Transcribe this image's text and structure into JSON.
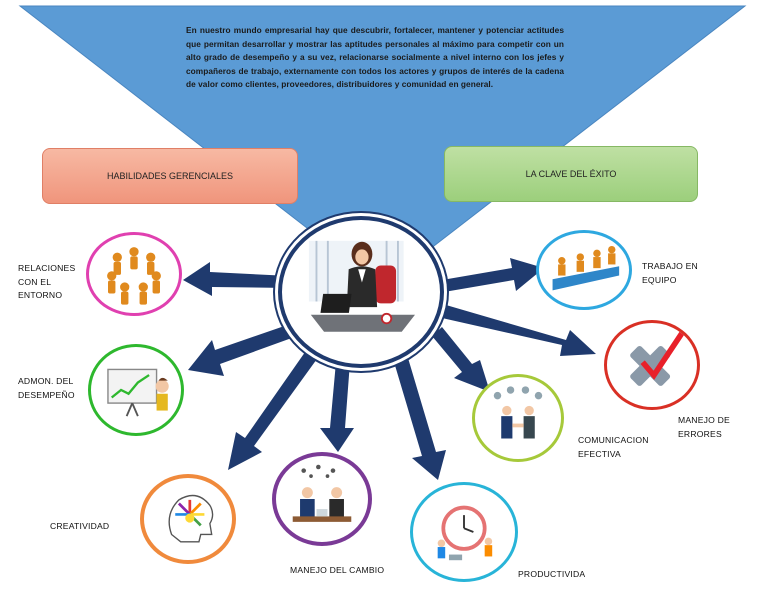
{
  "intro_text": "En nuestro mundo empresarial hay que descubrir, fortalecer, mantener y potenciar actitudes que permitan desarrollar y mostrar las aptitudes personales al máximo para competir con un alto grado de desempeño y a su vez, relacionarse socialmente a nivel interno con los jefes y compañeros de trabajo, externamente con todos los actores y grupos de interés de la cadena de valor como clientes, proveedores, distribuidores y comunidad en general.",
  "headers": {
    "left": "HABILIDADES GERENCIALES",
    "right": "LA CLAVE DEL ÉXITO"
  },
  "nodes": {
    "relaciones": [
      "RELACIONES",
      "CON EL",
      "ENTORNO"
    ],
    "admon": [
      "ADMON. DEL",
      "DESEMPEÑO"
    ],
    "creatividad": [
      "CREATIVIDAD"
    ],
    "manejo_cambio": [
      "MANEJO DEL CAMBIO"
    ],
    "productividad": [
      "PRODUCTIVIDA"
    ],
    "comunicacion": [
      "COMUNICACION",
      "EFECTIVA"
    ],
    "manejo_errores": [
      "MANEJO DE",
      "ERRORES"
    ],
    "trabajo_equipo": [
      "TRABAJO EN",
      "EQUIPO"
    ]
  },
  "colors": {
    "triangle": "#5b9bd5",
    "arrows": "#1f3a6e",
    "center_ring": "#1f3a6e",
    "relaciones_ring": "#e040b0",
    "admon_ring": "#2eb82e",
    "creatividad_ring": "#f08a3c",
    "cambio_ring": "#7a3a96",
    "productividad_ring": "#28b4d8",
    "comunicacion_ring": "#a6c93a",
    "errores_ring": "#d93025",
    "equipo_ring": "#2ea8e0"
  }
}
